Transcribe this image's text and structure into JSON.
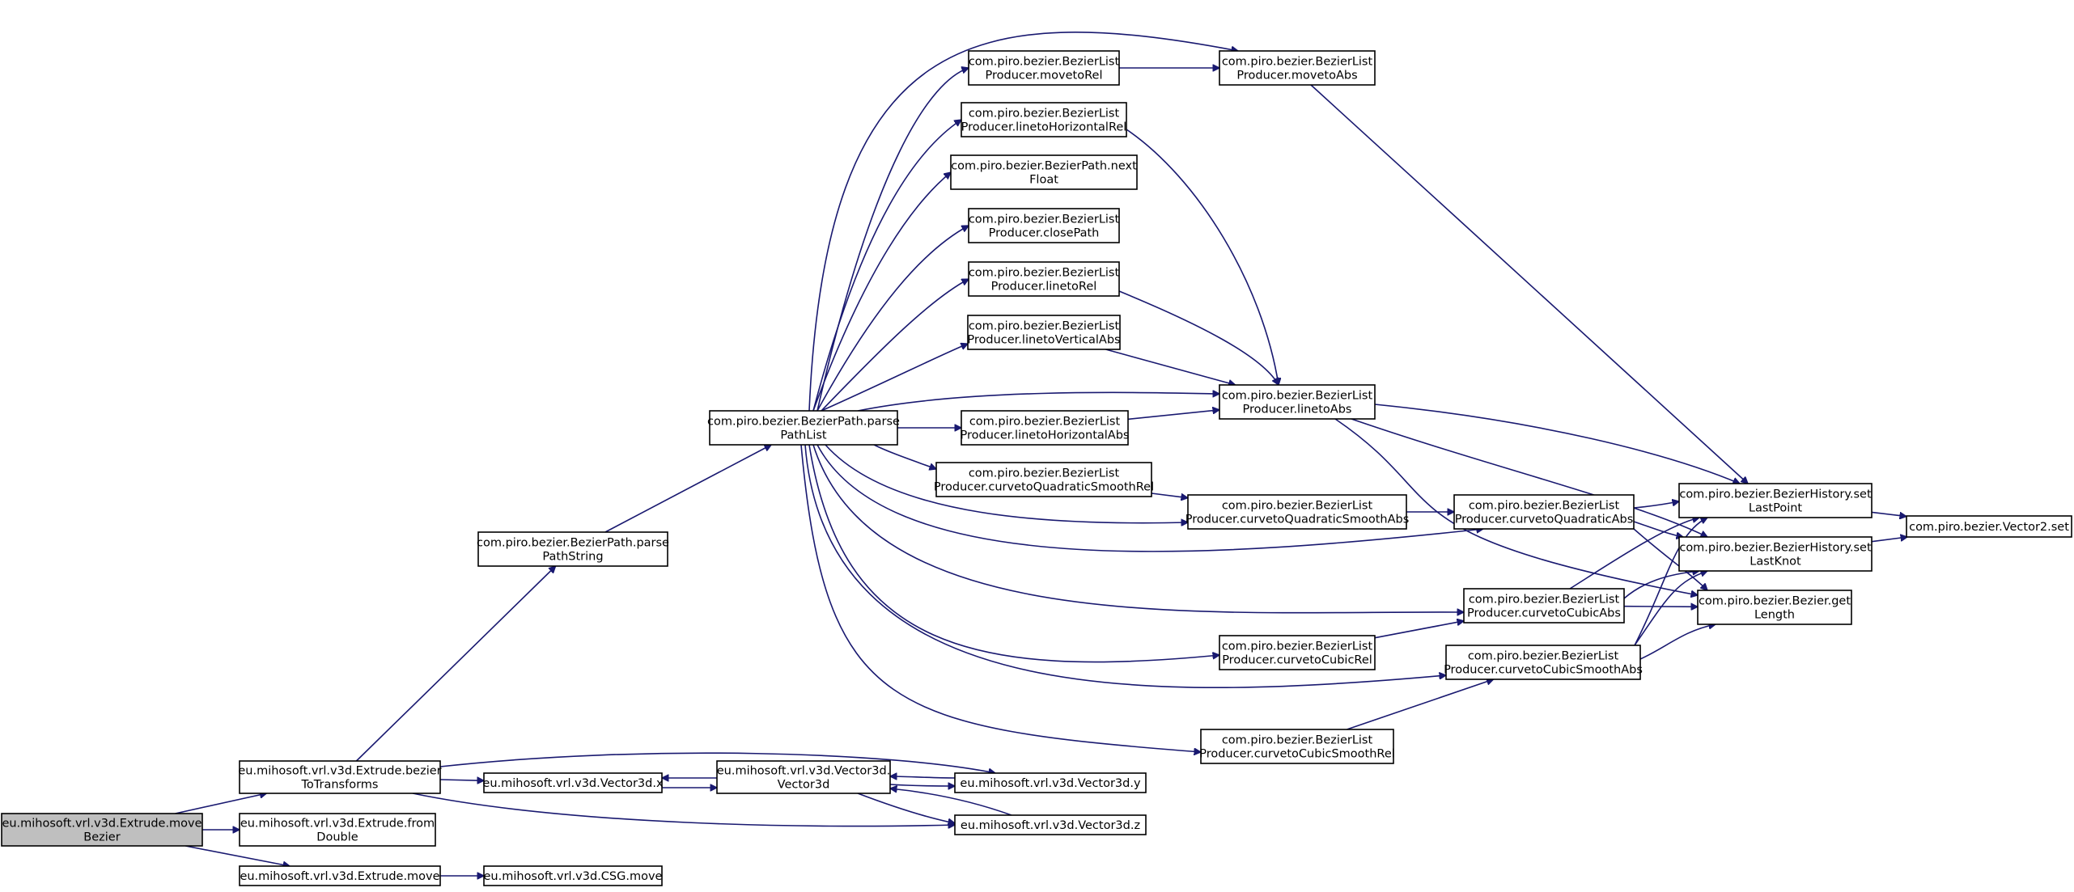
{
  "graph": {
    "colors": {
      "edge": "#191970",
      "root_fill": "#bfbfbf",
      "node_fill": "#ffffff",
      "node_border": "#000000"
    },
    "nodes": [
      {
        "id": "moveBezier",
        "lines": [
          "eu.mihosoft.vrl.v3d.Extrude.move",
          "Bezier"
        ],
        "root": true
      },
      {
        "id": "bezierToTransforms",
        "lines": [
          "eu.mihosoft.vrl.v3d.Extrude.bezier",
          "ToTransforms"
        ]
      },
      {
        "id": "fromDouble",
        "lines": [
          "eu.mihosoft.vrl.v3d.Extrude.from",
          "Double"
        ]
      },
      {
        "id": "extrudeMove",
        "lines": [
          "eu.mihosoft.vrl.v3d.Extrude.move"
        ]
      },
      {
        "id": "csgMove",
        "lines": [
          "eu.mihosoft.vrl.v3d.CSG.move"
        ]
      },
      {
        "id": "vecX",
        "lines": [
          "eu.mihosoft.vrl.v3d.Vector3d.x"
        ]
      },
      {
        "id": "vec3d",
        "lines": [
          "eu.mihosoft.vrl.v3d.Vector3d.",
          "Vector3d"
        ]
      },
      {
        "id": "vecY",
        "lines": [
          "eu.mihosoft.vrl.v3d.Vector3d.y"
        ]
      },
      {
        "id": "vecZ",
        "lines": [
          "eu.mihosoft.vrl.v3d.Vector3d.z"
        ]
      },
      {
        "id": "parsePathString",
        "lines": [
          "com.piro.bezier.BezierPath.parse",
          "PathString"
        ]
      },
      {
        "id": "parsePathList",
        "lines": [
          "com.piro.bezier.BezierPath.parse",
          "PathList"
        ]
      },
      {
        "id": "movetoRel",
        "lines": [
          "com.piro.bezier.BezierList",
          "Producer.movetoRel"
        ]
      },
      {
        "id": "linetoHRel",
        "lines": [
          "com.piro.bezier.BezierList",
          "Producer.linetoHorizontalRel"
        ]
      },
      {
        "id": "nextFloat",
        "lines": [
          "com.piro.bezier.BezierPath.next",
          "Float"
        ]
      },
      {
        "id": "closePath",
        "lines": [
          "com.piro.bezier.BezierList",
          "Producer.closePath"
        ]
      },
      {
        "id": "linetoRel",
        "lines": [
          "com.piro.bezier.BezierList",
          "Producer.linetoRel"
        ]
      },
      {
        "id": "linetoVAbs",
        "lines": [
          "com.piro.bezier.BezierList",
          "Producer.linetoVerticalAbs"
        ]
      },
      {
        "id": "linetoHAbs",
        "lines": [
          "com.piro.bezier.BezierList",
          "Producer.linetoHorizontalAbs"
        ]
      },
      {
        "id": "curvetoQSRel",
        "lines": [
          "com.piro.bezier.BezierList",
          "Producer.curvetoQuadraticSmoothRel"
        ]
      },
      {
        "id": "movetoAbs",
        "lines": [
          "com.piro.bezier.BezierList",
          "Producer.movetoAbs"
        ]
      },
      {
        "id": "linetoAbs",
        "lines": [
          "com.piro.bezier.BezierList",
          "Producer.linetoAbs"
        ]
      },
      {
        "id": "curvetoQSAbs",
        "lines": [
          "com.piro.bezier.BezierList",
          "Producer.curvetoQuadraticSmoothAbs"
        ]
      },
      {
        "id": "curvetoCubicRel",
        "lines": [
          "com.piro.bezier.BezierList",
          "Producer.curvetoCubicRel"
        ]
      },
      {
        "id": "curvetoCSRel",
        "lines": [
          "com.piro.bezier.BezierList",
          "Producer.curvetoCubicSmoothRel"
        ]
      },
      {
        "id": "curvetoQAbs",
        "lines": [
          "com.piro.bezier.BezierList",
          "Producer.curvetoQuadraticAbs"
        ]
      },
      {
        "id": "curvetoCubicAbs",
        "lines": [
          "com.piro.bezier.BezierList",
          "Producer.curvetoCubicAbs"
        ]
      },
      {
        "id": "curvetoCSAbs",
        "lines": [
          "com.piro.bezier.BezierList",
          "Producer.curvetoCubicSmoothAbs"
        ]
      },
      {
        "id": "setLastPoint",
        "lines": [
          "com.piro.bezier.BezierHistory.set",
          "LastPoint"
        ]
      },
      {
        "id": "setLastKnot",
        "lines": [
          "com.piro.bezier.BezierHistory.set",
          "LastKnot"
        ]
      },
      {
        "id": "getLength",
        "lines": [
          "com.piro.bezier.Bezier.get",
          "Length"
        ]
      },
      {
        "id": "vec2set",
        "lines": [
          "com.piro.bezier.Vector2.set"
        ]
      }
    ],
    "edges": [
      [
        "moveBezier",
        "bezierToTransforms"
      ],
      [
        "moveBezier",
        "fromDouble"
      ],
      [
        "moveBezier",
        "extrudeMove"
      ],
      [
        "extrudeMove",
        "csgMove"
      ],
      [
        "bezierToTransforms",
        "parsePathString"
      ],
      [
        "bezierToTransforms",
        "vecX"
      ],
      [
        "bezierToTransforms",
        "vecY"
      ],
      [
        "bezierToTransforms",
        "vecZ"
      ],
      [
        "vecX",
        "vec3d"
      ],
      [
        "vec3d",
        "vecX"
      ],
      [
        "vecY",
        "vec3d"
      ],
      [
        "vec3d",
        "vecY"
      ],
      [
        "vecZ",
        "vec3d"
      ],
      [
        "vec3d",
        "vecZ"
      ],
      [
        "parsePathString",
        "parsePathList"
      ],
      [
        "parsePathList",
        "movetoRel"
      ],
      [
        "parsePathList",
        "movetoAbs"
      ],
      [
        "parsePathList",
        "linetoHRel"
      ],
      [
        "parsePathList",
        "nextFloat"
      ],
      [
        "parsePathList",
        "closePath"
      ],
      [
        "parsePathList",
        "linetoRel"
      ],
      [
        "parsePathList",
        "linetoVAbs"
      ],
      [
        "parsePathList",
        "linetoAbs"
      ],
      [
        "parsePathList",
        "linetoHAbs"
      ],
      [
        "parsePathList",
        "curvetoQSRel"
      ],
      [
        "parsePathList",
        "curvetoQSAbs"
      ],
      [
        "parsePathList",
        "curvetoQAbs"
      ],
      [
        "parsePathList",
        "curvetoCubicAbs"
      ],
      [
        "parsePathList",
        "curvetoCubicRel"
      ],
      [
        "parsePathList",
        "curvetoCSAbs"
      ],
      [
        "parsePathList",
        "curvetoCSRel"
      ],
      [
        "movetoRel",
        "movetoAbs"
      ],
      [
        "movetoAbs",
        "setLastPoint"
      ],
      [
        "linetoHRel",
        "linetoAbs"
      ],
      [
        "linetoRel",
        "linetoAbs"
      ],
      [
        "linetoVAbs",
        "linetoAbs"
      ],
      [
        "linetoHAbs",
        "linetoAbs"
      ],
      [
        "linetoAbs",
        "setLastPoint"
      ],
      [
        "linetoAbs",
        "setLastKnot"
      ],
      [
        "linetoAbs",
        "getLength"
      ],
      [
        "curvetoQSRel",
        "curvetoQSAbs"
      ],
      [
        "curvetoQSAbs",
        "curvetoQAbs"
      ],
      [
        "curvetoQAbs",
        "setLastPoint"
      ],
      [
        "curvetoQAbs",
        "setLastKnot"
      ],
      [
        "curvetoQAbs",
        "getLength"
      ],
      [
        "curvetoCubicRel",
        "curvetoCubicAbs"
      ],
      [
        "curvetoCubicAbs",
        "setLastPoint"
      ],
      [
        "curvetoCubicAbs",
        "setLastKnot"
      ],
      [
        "curvetoCubicAbs",
        "getLength"
      ],
      [
        "curvetoCSRel",
        "curvetoCSAbs"
      ],
      [
        "curvetoCSAbs",
        "setLastPoint"
      ],
      [
        "curvetoCSAbs",
        "setLastKnot"
      ],
      [
        "curvetoCSAbs",
        "getLength"
      ],
      [
        "setLastPoint",
        "vec2set"
      ],
      [
        "setLastKnot",
        "vec2set"
      ]
    ]
  }
}
